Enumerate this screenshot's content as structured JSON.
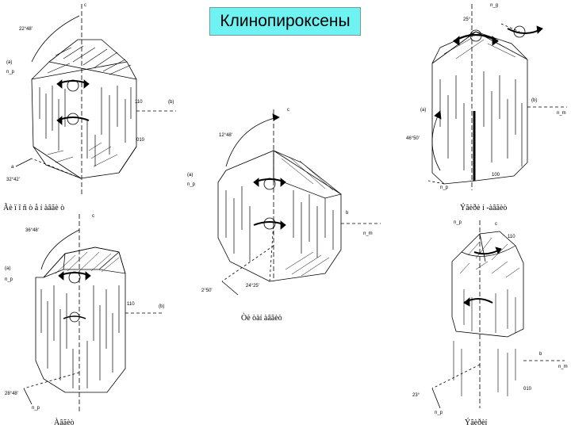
{
  "title": "Клинопироксены",
  "title_bg": "#6ef2f2",
  "captions": {
    "top_left": "Ãè ï î ñ ò å í àâãè ò",
    "center": "Òè òàí àâãèò",
    "top_right": "Ýãèðè í -àâãèò",
    "bottom_left": "Àâãèò",
    "bottom_right": "Ýãèðèí"
  }
}
